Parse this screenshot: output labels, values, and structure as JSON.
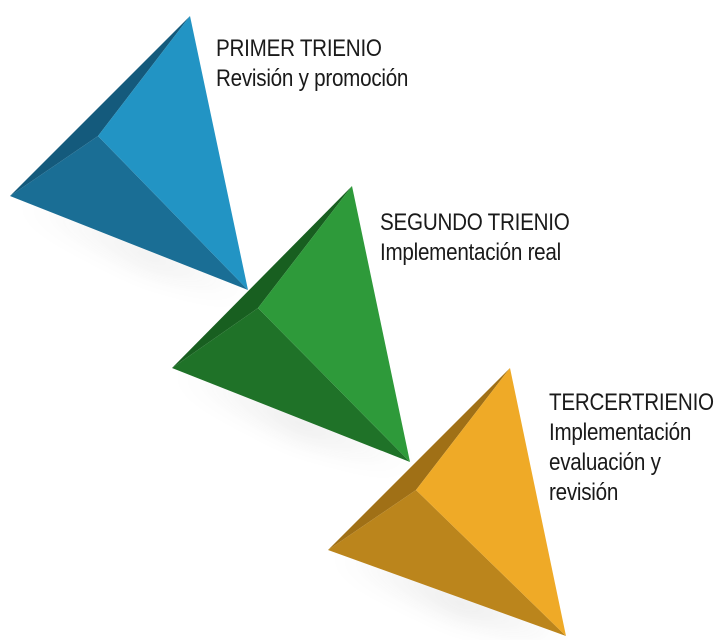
{
  "steps": [
    {
      "title": "PRIMER TRIENIO",
      "lines": [
        "Revisión y promoción"
      ],
      "colors": {
        "light": "#2294c4",
        "dark": "#1a6e95",
        "darker": "#145a7c"
      }
    },
    {
      "title": "SEGUNDO TRIENIO",
      "lines": [
        "Implementación real"
      ],
      "colors": {
        "light": "#2e9a3a",
        "dark": "#1f7228",
        "darker": "#185f20"
      }
    },
    {
      "title": "TERCERTRIENIO",
      "lines": [
        "Implementación",
        "evaluación y",
        "revisión"
      ],
      "colors": {
        "light": "#efaa27",
        "dark": "#bb851c",
        "darker": "#a07016"
      }
    }
  ]
}
